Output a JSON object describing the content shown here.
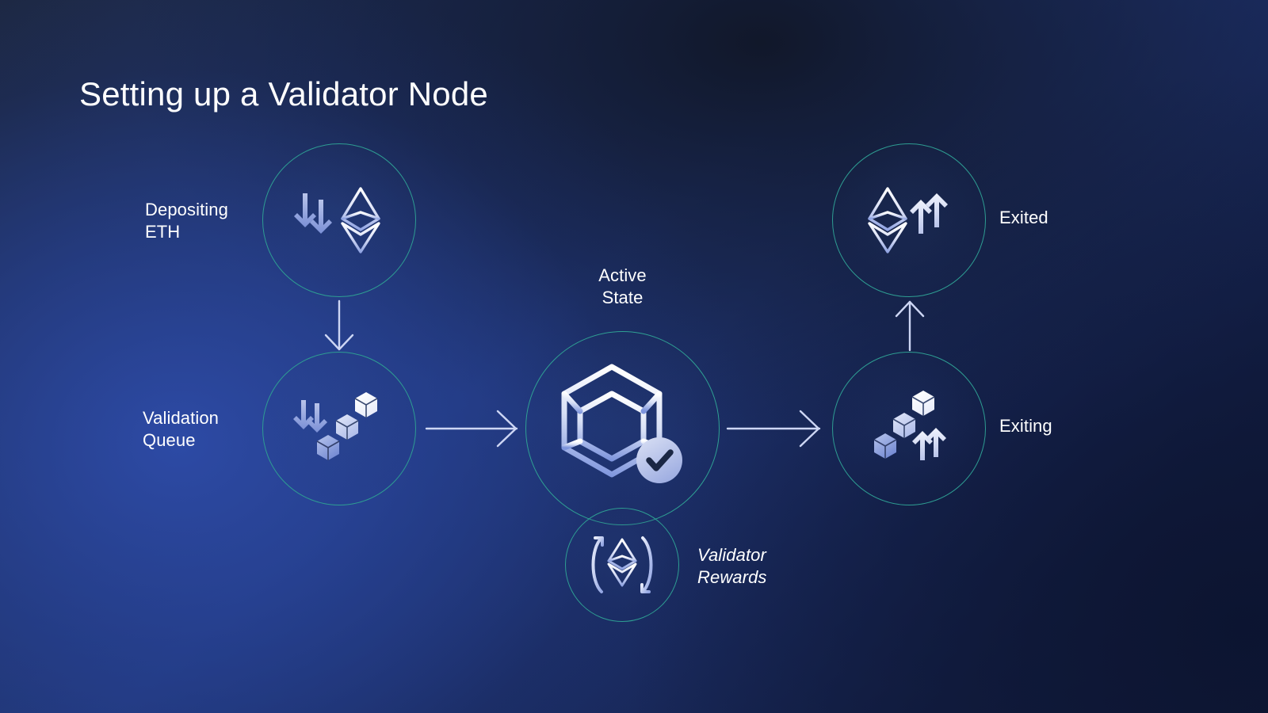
{
  "page": {
    "title": "Setting up a Validator Node",
    "background_dark": "#101a3a",
    "background_blue": "#22397c",
    "ring_color": "#2e9d92",
    "arrow_color": "#cdd6f4",
    "icon_light": "#ffffff",
    "icon_blue": "#8fa3e0"
  },
  "nodes": {
    "depositing": {
      "label_line1": "Depositing",
      "label_line2": "ETH",
      "icon": "eth-down-arrows-icon"
    },
    "queue": {
      "label_line1": "Validation",
      "label_line2": "Queue",
      "icon": "cubes-down-arrows-icon"
    },
    "active": {
      "label_line1": "Active",
      "label_line2": "State",
      "icon": "wireframe-cube-check-icon"
    },
    "rewards": {
      "label_line1": "Validator",
      "label_line2": "Rewards",
      "icon": "eth-rotation-arrows-icon"
    },
    "exited": {
      "label_line1": "Exited",
      "label_line2": "",
      "icon": "eth-up-arrows-icon"
    },
    "exiting": {
      "label_line1": "Exiting",
      "label_line2": "",
      "icon": "cubes-up-arrows-icon"
    }
  },
  "connectors": [
    {
      "name": "depositing-to-queue",
      "icon": "arrow-down-icon"
    },
    {
      "name": "queue-to-active",
      "icon": "arrow-right-icon"
    },
    {
      "name": "active-to-exiting",
      "icon": "arrow-right-icon"
    },
    {
      "name": "exiting-to-exited",
      "icon": "arrow-up-icon"
    }
  ]
}
